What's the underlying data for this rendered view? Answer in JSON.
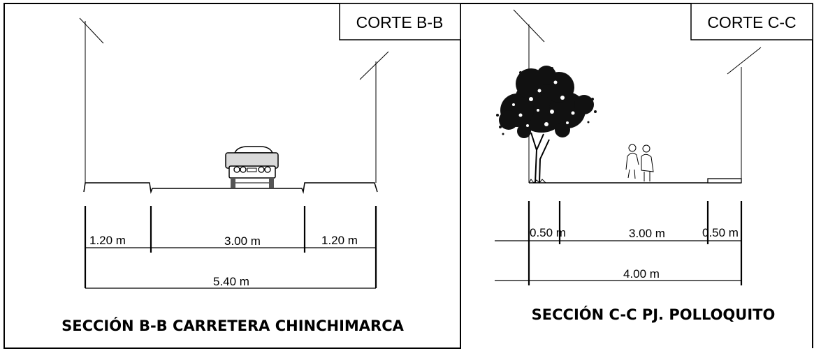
{
  "panels": [
    {
      "label": "CORTE B-B",
      "dims": [
        "1.20 m",
        "3.00 m",
        "1.20 m"
      ],
      "total": "5.40 m",
      "title": "SECCIÓN B-B CARRETERA CHINCHIMARCA"
    },
    {
      "label": "CORTE C-C",
      "dims": [
        "0.50 m",
        "3.00 m",
        "0.50 m"
      ],
      "total": "4.00 m",
      "title": "SECCIÓN C-C PJ. POLLOQUITO"
    }
  ]
}
